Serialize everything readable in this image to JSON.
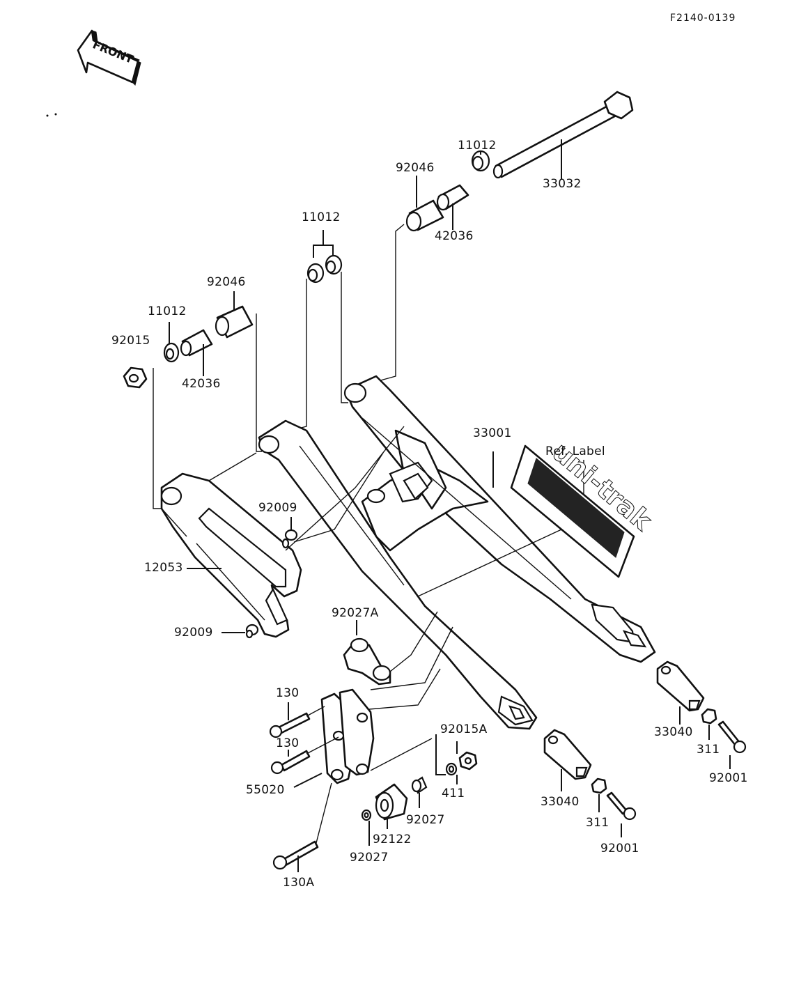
{
  "diagram_code": "F2140-0139",
  "front_arrow": {
    "text": "FRONT"
  },
  "logo": {
    "text": "uni-trak"
  },
  "labels": {
    "l_33032": "33032",
    "l_11012_top": "11012",
    "l_92046_top": "92046",
    "l_42036_top": "42036",
    "l_11012_mid": "11012",
    "l_92046_left": "92046",
    "l_11012_left": "11012",
    "l_92015": "92015",
    "l_42036_left": "42036",
    "l_33001": "33001",
    "l_ref_label": "Ref. Label",
    "l_92009_top": "92009",
    "l_12053": "12053",
    "l_92009_bot": "92009",
    "l_92027A": "92027A",
    "l_130_a": "130",
    "l_130_b": "130",
    "l_55020": "55020",
    "l_92015A": "92015A",
    "l_411": "411",
    "l_92027_right": "92027",
    "l_92122": "92122",
    "l_92027_bot": "92027",
    "l_130A": "130A",
    "l_33040_right": "33040",
    "l_311_right": "311",
    "l_92001_right": "92001",
    "l_33040_mid": "33040",
    "l_311_mid": "311",
    "l_92001_mid": "92001"
  }
}
